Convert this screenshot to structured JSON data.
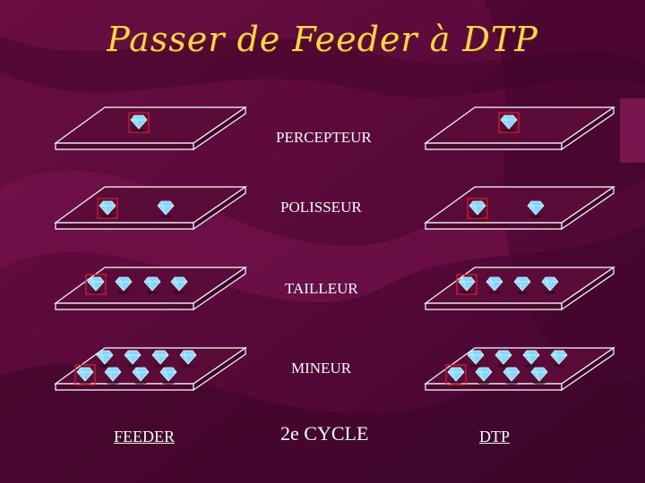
{
  "slide": {
    "title": "Passer de Feeder à DTP",
    "levels": [
      "PERCEPTEUR",
      "POLISSEUR",
      "TAILLEUR",
      "MINEUR"
    ],
    "footer": {
      "left": "FEEDER",
      "center": "2e CYCLE",
      "right": "DTP"
    }
  },
  "colors": {
    "background": "#5e0a3a",
    "title": "#ffd54a",
    "diamond": "#7fd8ff",
    "highlight": "#d42020"
  }
}
